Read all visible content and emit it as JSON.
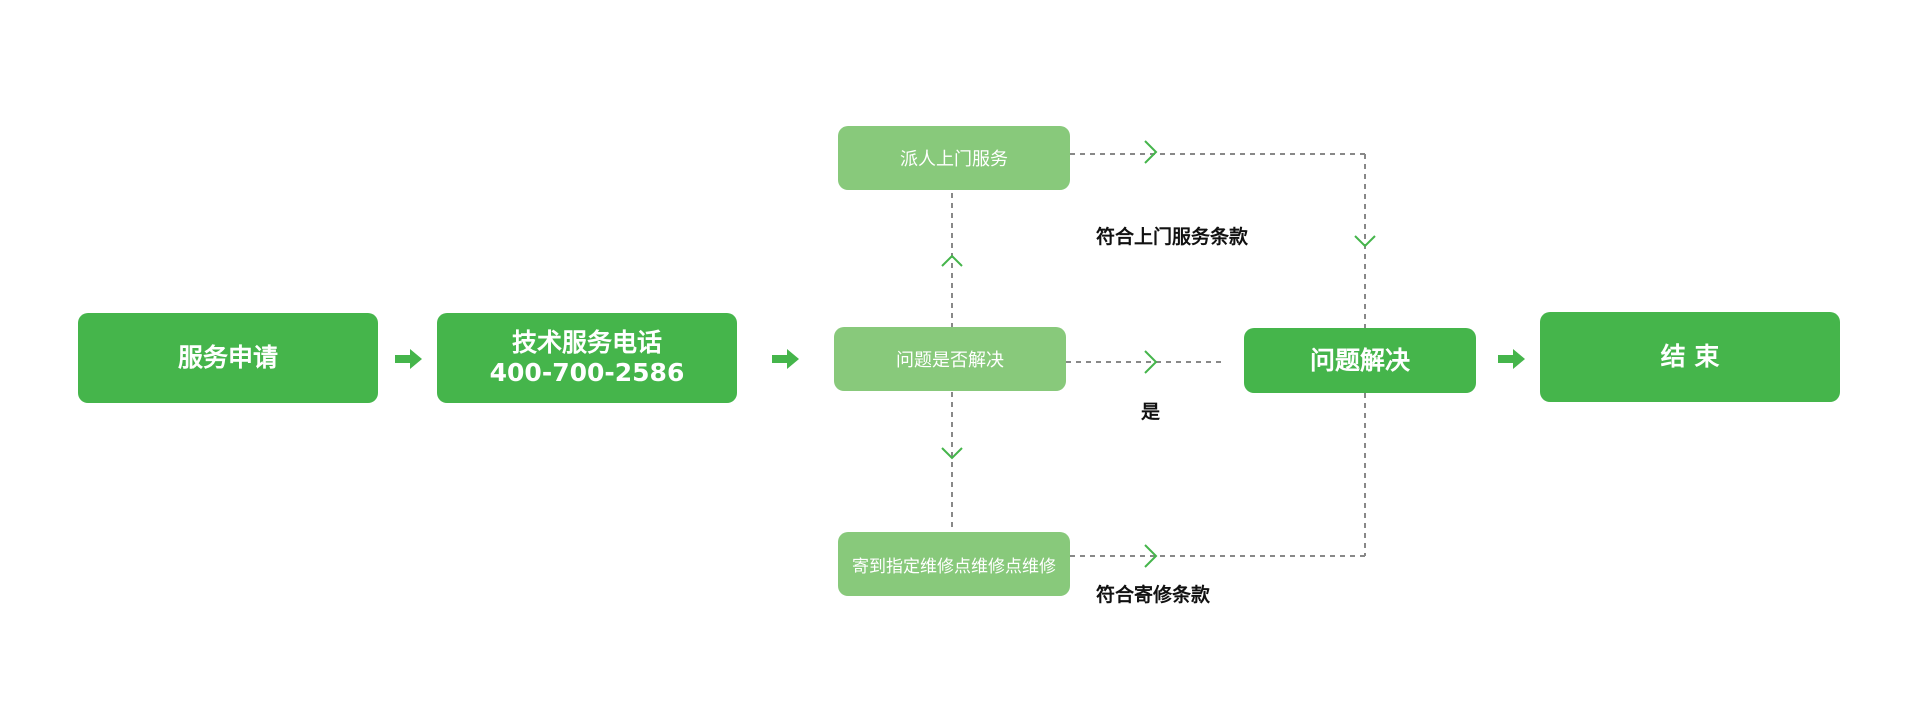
{
  "nodes": {
    "apply": "服务申请",
    "hotline_title": "技术服务电话",
    "hotline_number": "400-700-2586",
    "check": "问题是否解决",
    "onsite": "派人上门服务",
    "mail": "寄到指定维修点维修点维修",
    "resolved": "问题解决",
    "end": "结 束"
  },
  "labels": {
    "onsite_terms": "符合上门服务条款",
    "yes": "是",
    "mail_terms": "符合寄修条款"
  },
  "colors": {
    "primary": "#45b54b",
    "secondary": "#88c97b",
    "connector": "#888888"
  }
}
